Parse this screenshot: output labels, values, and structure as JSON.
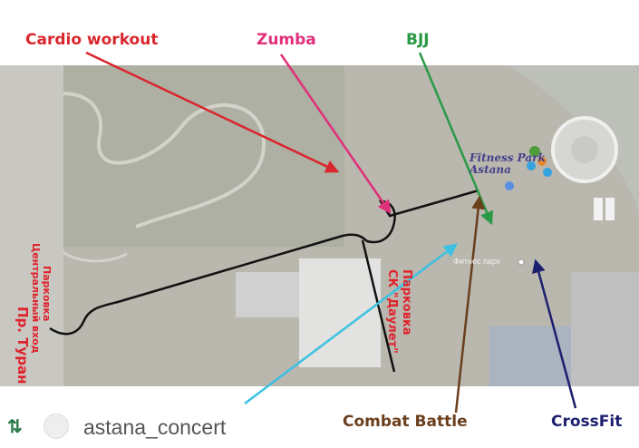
{
  "labels": {
    "cardio": "Cardio workout",
    "zumba": "Zumba",
    "bjj": "BJJ",
    "combat": "Combat Battle",
    "crossfit": "CrossFit"
  },
  "map_text": {
    "parking_central_1": "Парковка",
    "parking_central_2": "Центральный вход",
    "turan": "Пр. Туран",
    "parking_daulet_1": "Парковка",
    "parking_daulet_2": "СК \"Даулет\"",
    "logo": "Fitness Park Astana",
    "poi": "Фитнес парк"
  },
  "footer": {
    "username": "astana_concert",
    "repost_icon": "repost-icon"
  },
  "colors": {
    "cardio": "#d9262c",
    "zumba": "#e0307a",
    "bjj": "#2a9a47",
    "combat": "#6b3e1c",
    "crossfit": "#1c1f6e",
    "cyan": "#3cc1e2",
    "route": "#111111"
  }
}
